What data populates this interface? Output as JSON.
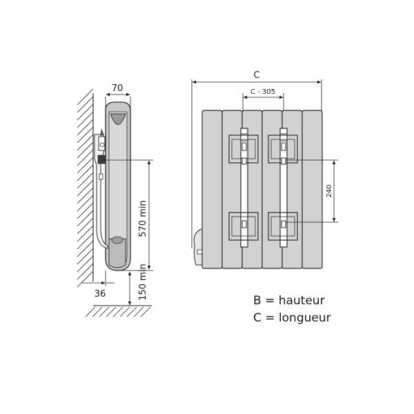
{
  "side_view": {
    "dim_depth": "70",
    "dim_height_min": "570 min",
    "dim_floor_min": "150 min",
    "dim_wall_offset": "36"
  },
  "front_view": {
    "dim_length": "C",
    "dim_bracket_spacing": "C - 305",
    "dim_bracket_vertical": "240"
  },
  "legend": {
    "line_b": "B = hauteur",
    "line_c": "C = longueur"
  }
}
